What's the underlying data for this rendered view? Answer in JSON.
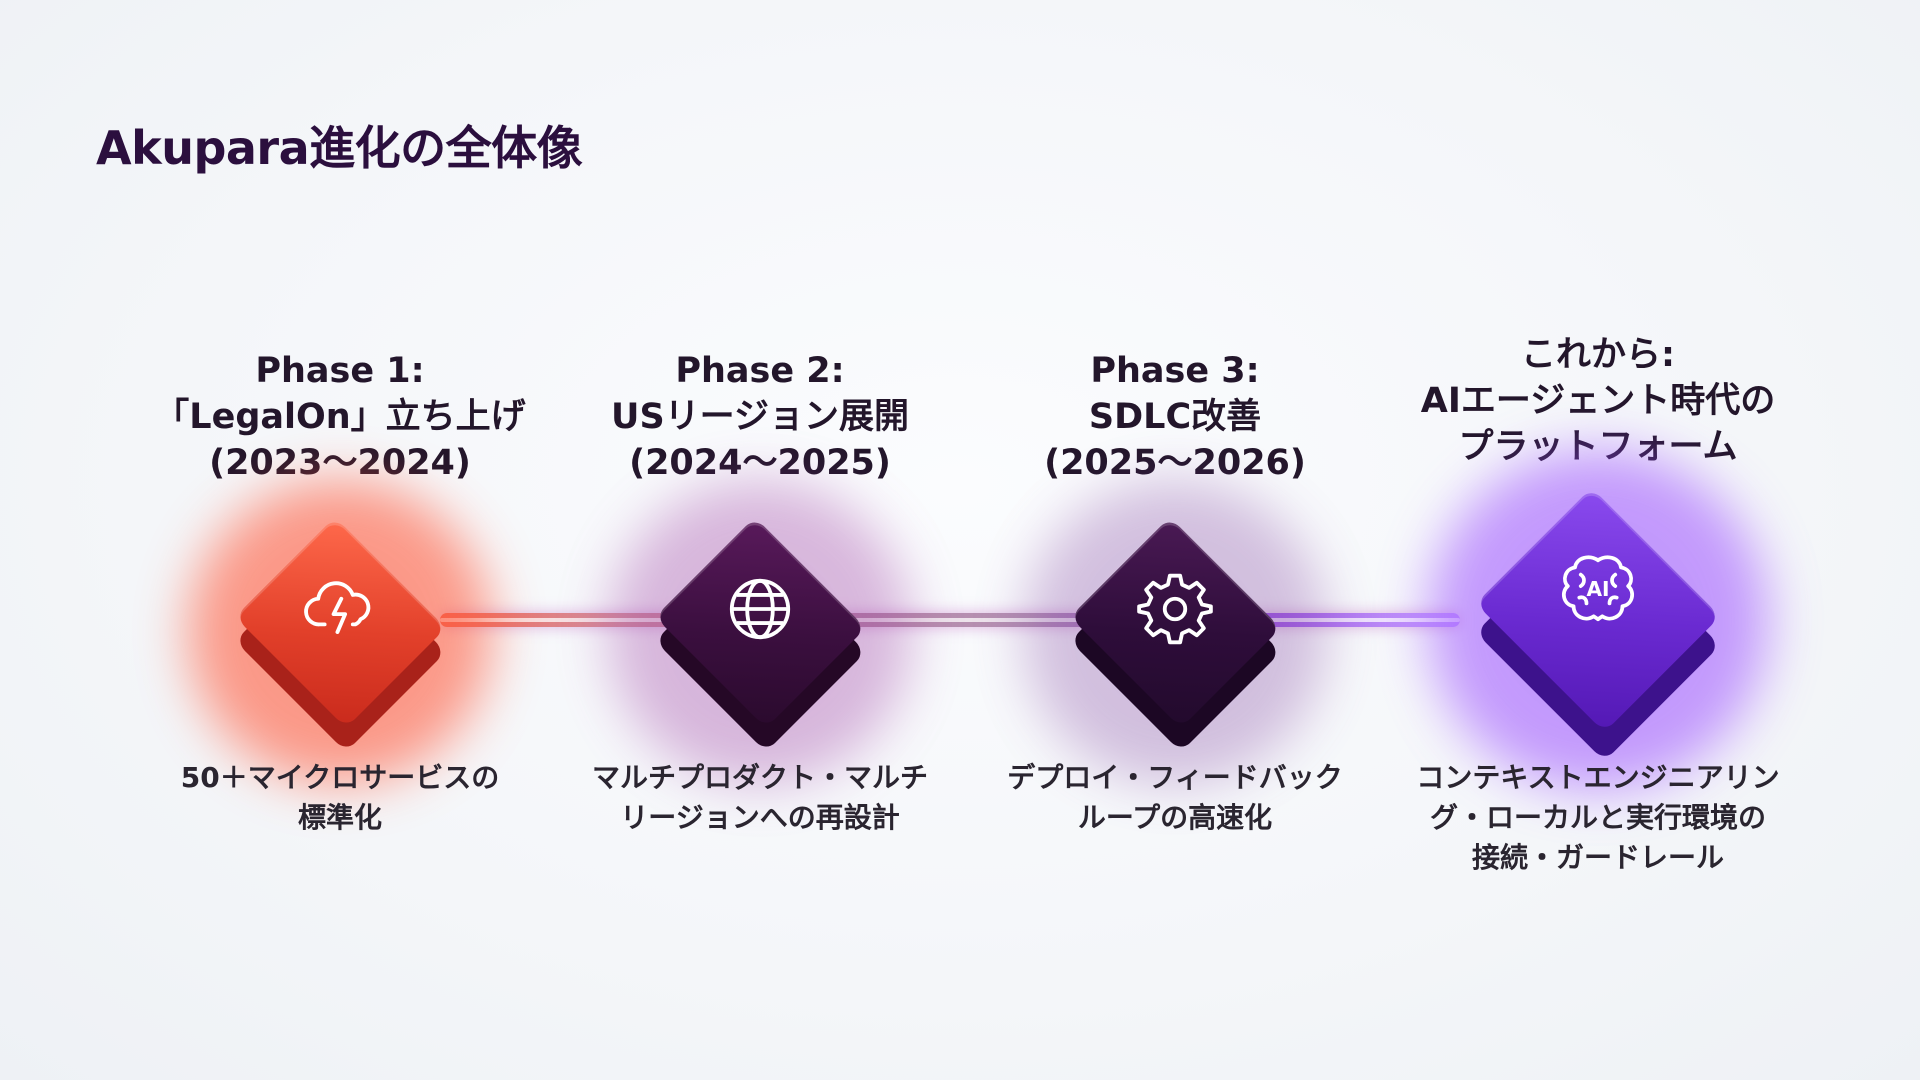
{
  "page": {
    "title": "Akupara進化の全体像"
  },
  "colors": {
    "title": "#2b0f3e",
    "phase1": "#e2402a",
    "phase2": "#3b0f3f",
    "phase3": "#2e0d3a",
    "future": "#6a2ad1"
  },
  "phases": [
    {
      "heading": [
        "Phase 1:",
        "「LegalOn」立ち上げ",
        "(2023〜2024)"
      ],
      "icon": "cloud-upload-icon",
      "description": [
        "50＋マイクロサービスの",
        "標準化"
      ]
    },
    {
      "heading": [
        "Phase 2:",
        "USリージョン展開",
        "(2024〜2025)"
      ],
      "icon": "globe-icon",
      "description": [
        "マルチプロダクト・マルチ",
        "リージョンへの再設計"
      ]
    },
    {
      "heading": [
        "Phase 3:",
        "SDLC改善",
        "(2025〜2026)"
      ],
      "icon": "gear-icon",
      "description": [
        "デプロイ・フィードバック",
        "ループの高速化"
      ]
    },
    {
      "heading": [
        "これから:",
        "AIエージェント時代の",
        "プラットフォーム"
      ],
      "icon": "ai-brain-icon",
      "icon_text": "AI",
      "description": [
        "コンテキストエンジニアリン",
        "グ・ローカルと実行環境の",
        "接続・ガードレール"
      ]
    }
  ]
}
